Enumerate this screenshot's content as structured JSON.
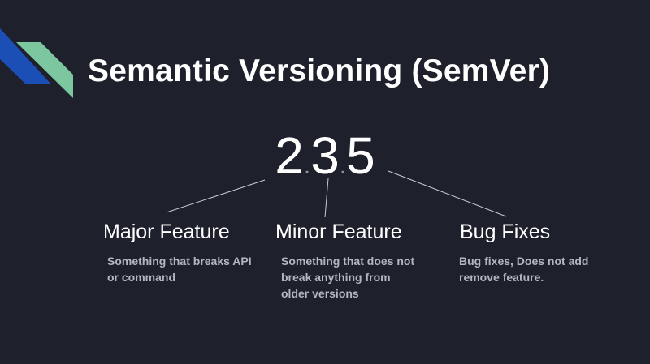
{
  "slide": {
    "title": "Semantic Versioning (SemVer)",
    "version": {
      "major": "2",
      "separator_1": ".",
      "minor": "3",
      "separator_2": ".",
      "patch": "5"
    },
    "parts": [
      {
        "heading": "Major Feature",
        "description": "Something that breaks API or command"
      },
      {
        "heading": "Minor Feature",
        "description": "Something that does not break anything from older versions"
      },
      {
        "heading": "Bug Fixes",
        "description": "Bug fixes, Does not add remove feature."
      }
    ]
  },
  "colors": {
    "background": "#1e212b",
    "accent_blue": "#1c4fb6",
    "accent_green": "#7cc7a0",
    "text": "#ffffff",
    "muted_text": "#b4b7be",
    "separator_dot": "#8f929a"
  }
}
